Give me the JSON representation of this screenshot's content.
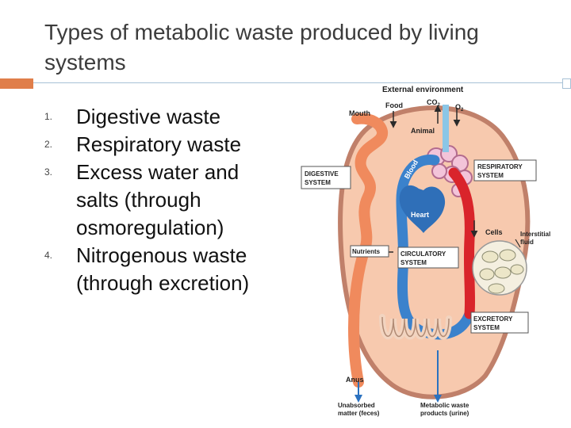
{
  "slide": {
    "title": "Types of metabolic waste produced by living systems",
    "list": [
      {
        "num": "1.",
        "text": "Digestive waste"
      },
      {
        "num": "2.",
        "text": "Respiratory waste"
      },
      {
        "num": "3.",
        "text": "Excess water and salts (through osmoregulation)"
      },
      {
        "num": "4.",
        "text": "Nitrogenous waste (through excretion)"
      }
    ]
  },
  "diagram": {
    "external_environment": "External environment",
    "food": "Food",
    "co2": "CO",
    "co2_sub": "2",
    "o2": "O",
    "o2_sub": "2",
    "mouth": "Mouth",
    "animal": "Animal",
    "blood": "Blood",
    "digestive_system": [
      "DIGESTIVE",
      "SYSTEM"
    ],
    "respiratory_system": [
      "RESPIRATORY",
      "SYSTEM"
    ],
    "heart": "Heart",
    "cells": "Cells",
    "interstitial_fluid": [
      "Interstitial",
      "fluid"
    ],
    "nutrients": "Nutrients",
    "circulatory_system": [
      "CIRCULATORY",
      "SYSTEM"
    ],
    "excretory_system": [
      "EXCRETORY",
      "SYSTEM"
    ],
    "anus": "Anus",
    "unabsorbed": [
      "Unabsorbed",
      "matter (feces)"
    ],
    "metabolic_waste": [
      "Metabolic waste",
      "products (urine)"
    ],
    "colors": {
      "body": "#f7c9ae",
      "body_outline": "#c0806a",
      "gut": "#f08a5d",
      "vein": "#3b82cc",
      "artery": "#d9242b",
      "lung": "#f3c4d9",
      "cell_fill": "#ece6c8",
      "label_box": "#ffffff"
    }
  }
}
